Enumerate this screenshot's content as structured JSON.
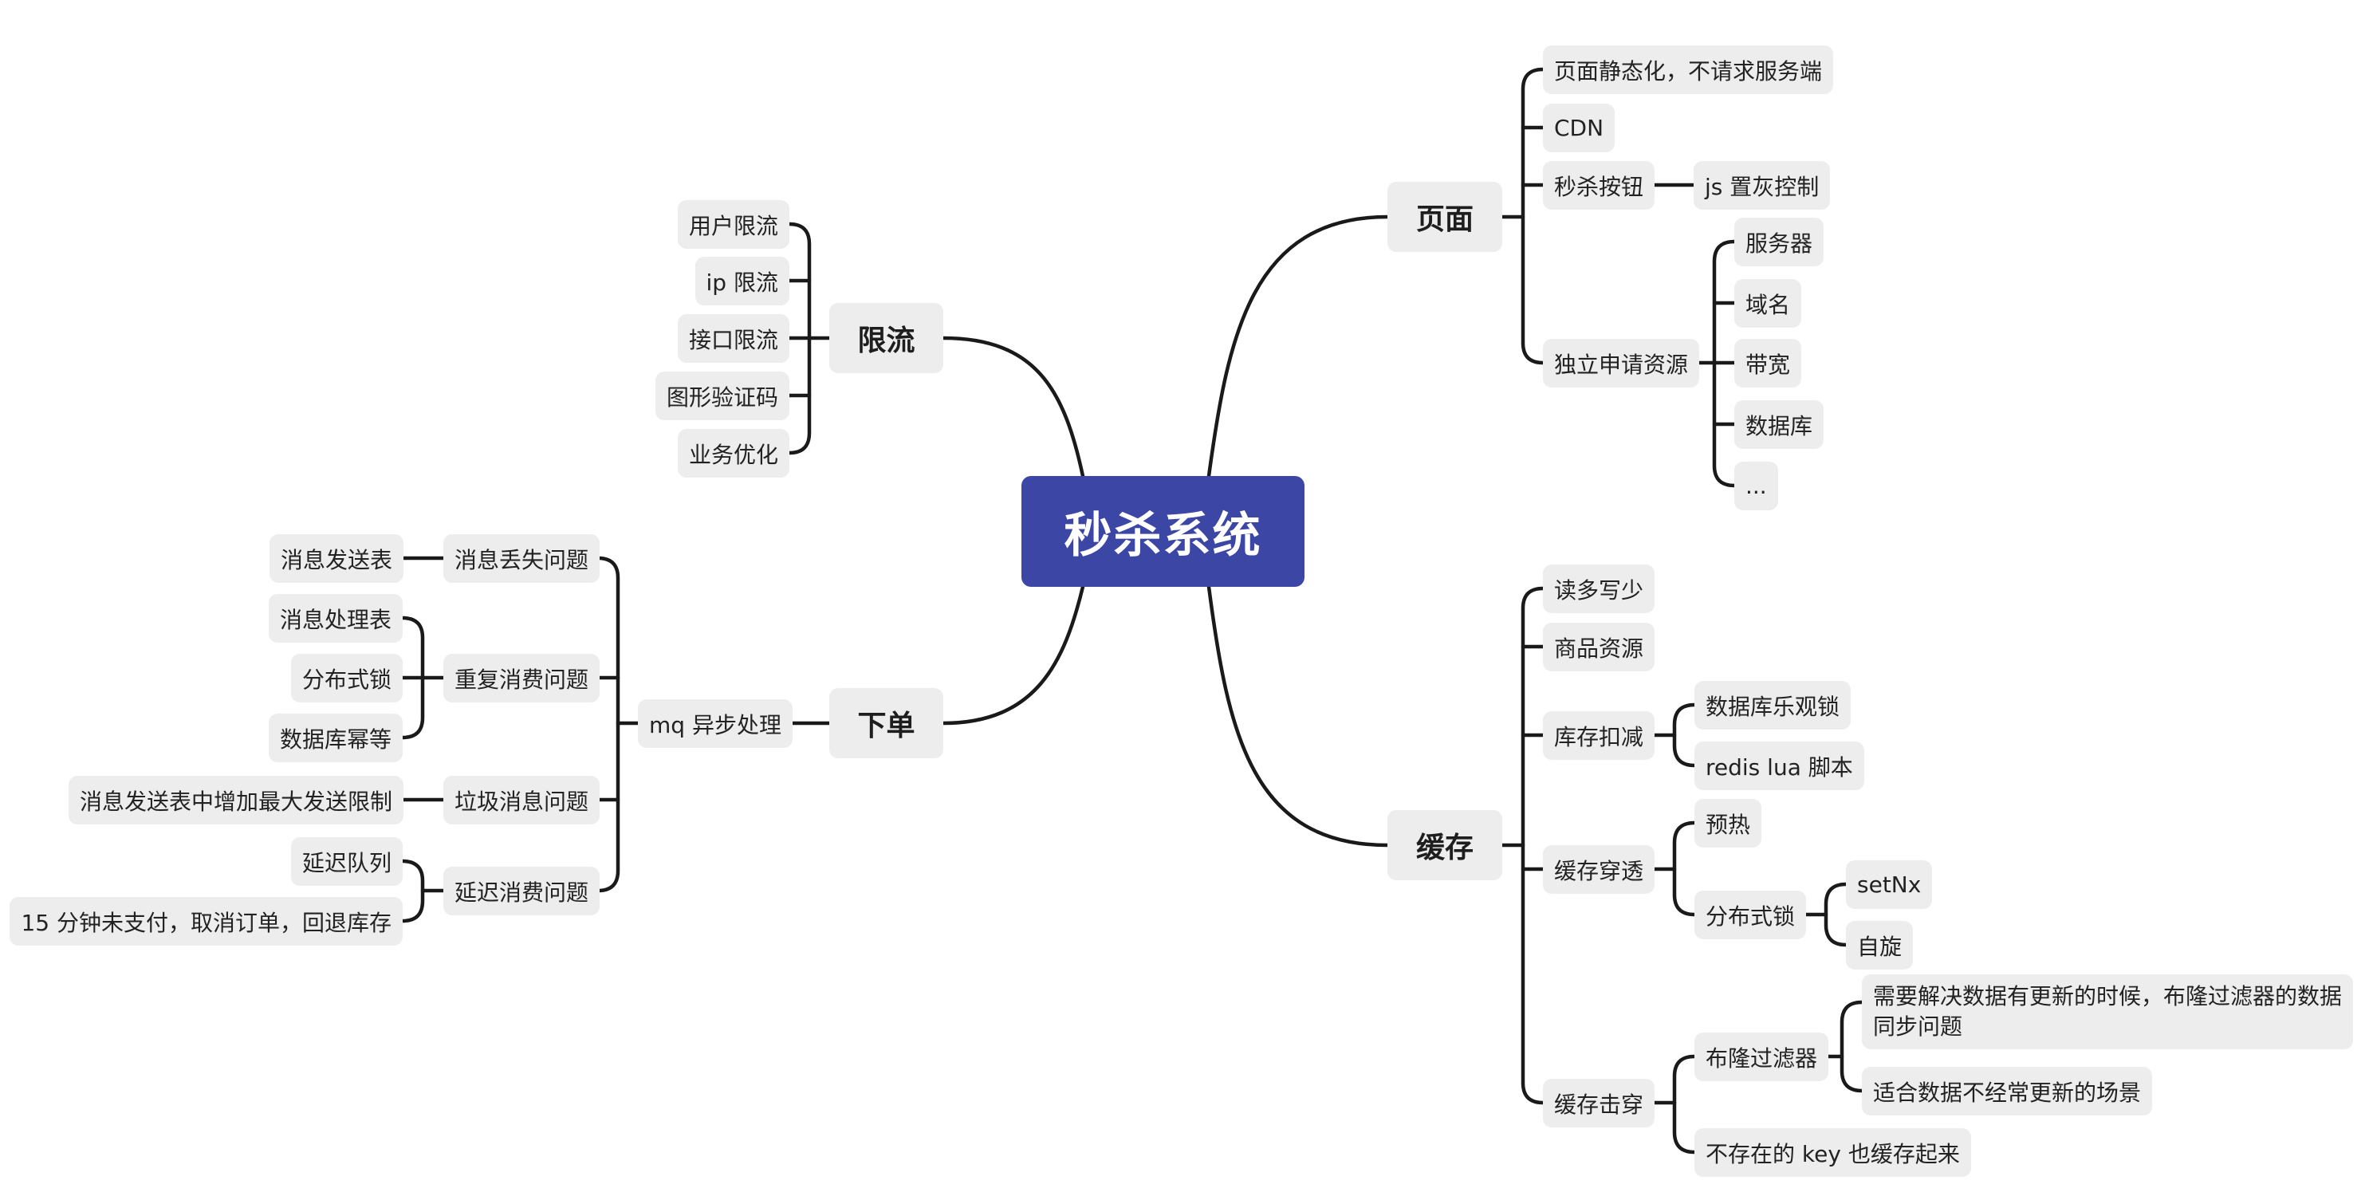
{
  "root": "秒杀系统",
  "page": {
    "label": "页面",
    "static": "页面静态化，不请求服务端",
    "cdn": "CDN",
    "button": {
      "label": "秒杀按钮",
      "child": "js 置灰控制"
    },
    "resource": {
      "label": "独立申请资源",
      "children": [
        "服务器",
        "域名",
        "带宽",
        "数据库",
        "..."
      ]
    }
  },
  "cache": {
    "label": "缓存",
    "read_more": "读多写少",
    "goods": "商品资源",
    "stock": {
      "label": "库存扣减",
      "children": [
        "数据库乐观锁",
        "redis lua 脚本"
      ]
    },
    "penetration": {
      "label": "缓存穿透",
      "preheat": "预热",
      "lock": {
        "label": "分布式锁",
        "children": [
          "setNx",
          "自旋"
        ]
      }
    },
    "breakdown": {
      "label": "缓存击穿",
      "bloom": {
        "label": "布隆过滤器",
        "children": [
          "需要解决数据有更新的时候，布隆过滤器的数据同步问题",
          "适合数据不经常更新的场景"
        ]
      },
      "null_key": "不存在的 key 也缓存起来"
    }
  },
  "limit": {
    "label": "限流",
    "children": [
      "用户限流",
      "ip 限流",
      "接口限流",
      "图形验证码",
      "业务优化"
    ]
  },
  "order": {
    "label": "下单",
    "mq": {
      "label": "mq 异步处理",
      "lost": {
        "label": "消息丢失问题",
        "children": [
          "消息发送表"
        ]
      },
      "repeat": {
        "label": "重复消费问题",
        "children": [
          "消息处理表",
          "分布式锁",
          "数据库幂等"
        ]
      },
      "garbage": {
        "label": "垃圾消息问题",
        "children": [
          "消息发送表中增加最大发送限制"
        ]
      },
      "delay": {
        "label": "延迟消费问题",
        "children": [
          "延迟队列",
          "15 分钟未支付，取消订单，回退库存"
        ]
      }
    }
  }
}
